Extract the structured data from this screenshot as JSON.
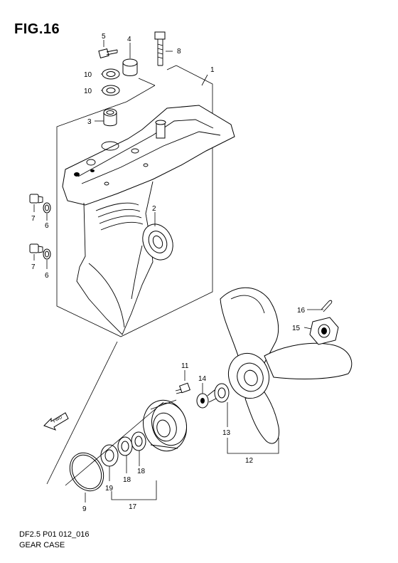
{
  "figure": {
    "title": "FIG.16",
    "code": "DF2.5 P01 012_016",
    "name": "GEAR CASE",
    "direction_label": "FWD"
  },
  "callouts": [
    {
      "id": "c1",
      "label": "1"
    },
    {
      "id": "c2",
      "label": "2"
    },
    {
      "id": "c3",
      "label": "3"
    },
    {
      "id": "c4",
      "label": "4"
    },
    {
      "id": "c5",
      "label": "5"
    },
    {
      "id": "c6a",
      "label": "6"
    },
    {
      "id": "c6b",
      "label": "6"
    },
    {
      "id": "c7a",
      "label": "7"
    },
    {
      "id": "c7b",
      "label": "7"
    },
    {
      "id": "c8",
      "label": "8"
    },
    {
      "id": "c9",
      "label": "9"
    },
    {
      "id": "c10a",
      "label": "10"
    },
    {
      "id": "c10b",
      "label": "10"
    },
    {
      "id": "c11",
      "label": "11"
    },
    {
      "id": "c12",
      "label": "12"
    },
    {
      "id": "c13",
      "label": "13"
    },
    {
      "id": "c14",
      "label": "14"
    },
    {
      "id": "c15",
      "label": "15"
    },
    {
      "id": "c16",
      "label": "16"
    },
    {
      "id": "c17",
      "label": "17"
    },
    {
      "id": "c18a",
      "label": "18"
    },
    {
      "id": "c18b",
      "label": "18"
    },
    {
      "id": "c19",
      "label": "19"
    }
  ]
}
